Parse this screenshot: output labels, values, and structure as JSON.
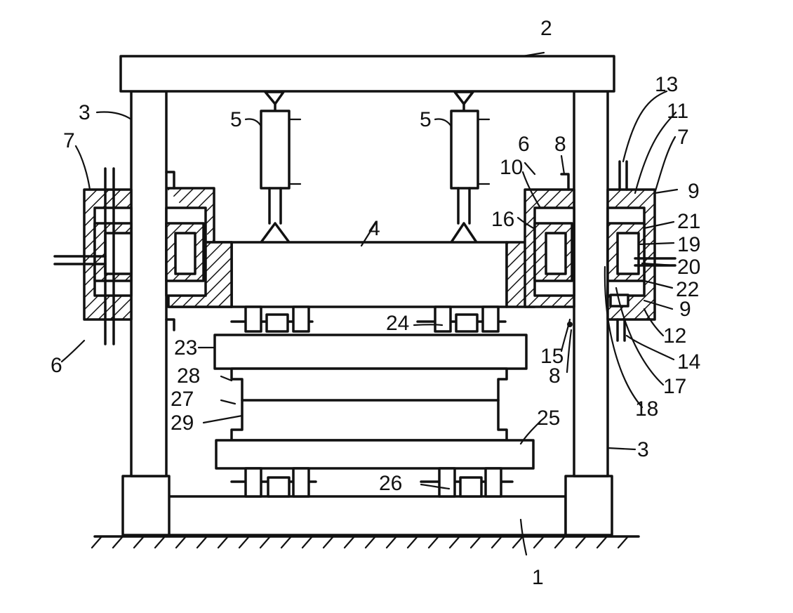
{
  "figure": {
    "labels": {
      "ground": "1",
      "top_beam": "2",
      "column_left": "3",
      "column_right": "3",
      "crosshead": "4",
      "cylinder_left": "5",
      "cylinder_right": "5",
      "bearing_left": "6",
      "bearing_right": "6",
      "housing_left": "7",
      "housing_right": "7",
      "plate_upper": "8",
      "plate_lower": "8",
      "ring_upper": "9",
      "ring_lower": "9",
      "part_10": "10",
      "part_11": "11",
      "part_12": "12",
      "part_13": "13",
      "part_14": "14",
      "part_15": "15",
      "part_16": "16",
      "part_17": "17",
      "part_18": "18",
      "part_19": "19",
      "part_20": "20",
      "part_21": "21",
      "part_22": "22",
      "upper_platen": "23",
      "upper_bolts": "24",
      "lower_platen": "25",
      "lower_bolts": "26",
      "die_assembly": "27",
      "upper_die": "28",
      "lower_die": "29"
    }
  }
}
